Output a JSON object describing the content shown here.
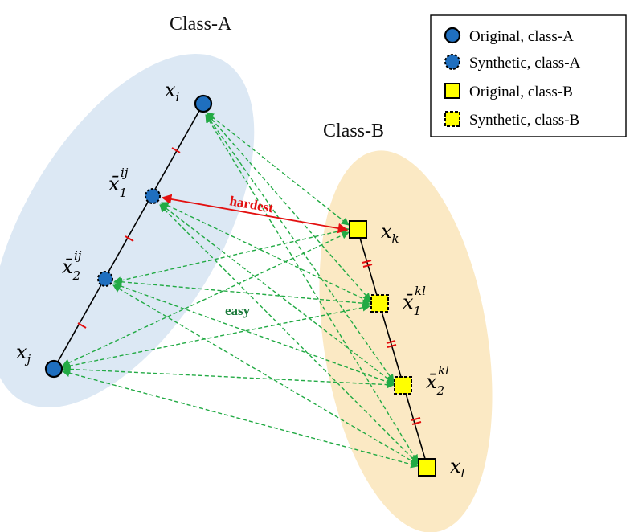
{
  "colors": {
    "class_a_region": "#dce8f4",
    "class_b_region": "#fbe9c4",
    "class_a_node": "#1f6fbf",
    "class_b_node": "#ffff00",
    "easy_arrow": "#22aa44",
    "hardest_arrow": "#e31010",
    "tick_mark": "#e31010"
  },
  "labels": {
    "class_a_title": "Class-A",
    "class_b_title": "Class-B",
    "hardest": "hardest",
    "easy": "easy"
  },
  "nodes": {
    "xi": {
      "base": "x",
      "sub": "i",
      "sup": ""
    },
    "x1ij": {
      "base": "x̄",
      "sub": "1",
      "sup": "ij"
    },
    "x2ij": {
      "base": "x̄",
      "sub": "2",
      "sup": "ij"
    },
    "xj": {
      "base": "x",
      "sub": "j",
      "sup": ""
    },
    "xk": {
      "base": "x",
      "sub": "k",
      "sup": ""
    },
    "x1kl": {
      "base": "x̄",
      "sub": "1",
      "sup": "kl"
    },
    "x2kl": {
      "base": "x̄",
      "sub": "2",
      "sup": "kl"
    },
    "xl": {
      "base": "x",
      "sub": "l",
      "sup": ""
    }
  },
  "legend": {
    "items": [
      {
        "label": "Original, class-A",
        "icon": "circle-solid-icon"
      },
      {
        "label": "Synthetic, class-A",
        "icon": "circle-dashed-icon"
      },
      {
        "label": "Original, class-B",
        "icon": "square-solid-icon"
      },
      {
        "label": "Synthetic, class-B",
        "icon": "square-dashed-icon"
      }
    ]
  }
}
